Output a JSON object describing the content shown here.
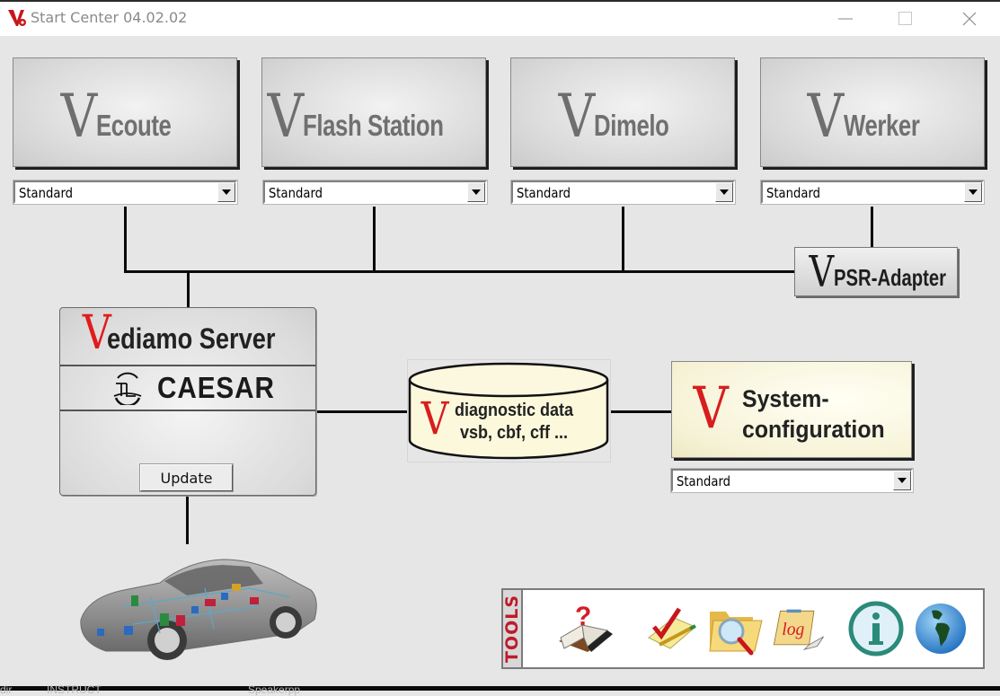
{
  "window": {
    "title": "Start Center 04.02.02",
    "controls": {
      "minimize": "minimize-icon",
      "maximize": "maximize-icon",
      "close": "close-icon"
    }
  },
  "applications": [
    {
      "logo": "V",
      "name": "Ecoute",
      "profile": "Standard"
    },
    {
      "logo": "V",
      "name": "Flash Station",
      "profile": "Standard"
    },
    {
      "logo": "V",
      "name": "Dimelo",
      "profile": "Standard"
    },
    {
      "logo": "V",
      "name": "Werker",
      "profile": "Standard"
    }
  ],
  "psr_adapter": {
    "logo": "V",
    "name": "PSR-Adapter"
  },
  "server": {
    "logo": "V",
    "title": "ediamo Server",
    "subtitle": "CAESAR",
    "update_label": "Update"
  },
  "diagnostic_data": {
    "logo": "V",
    "line1": "diagnostic data",
    "line2": "vsb, cbf, cff ..."
  },
  "system_configuration": {
    "logo": "V",
    "line1": "System-",
    "line2": "configuration",
    "profile": "Standard"
  },
  "tools": {
    "label": "TOOLS",
    "items": [
      {
        "name": "help",
        "icon": "help-book-icon"
      },
      {
        "name": "checklist",
        "icon": "checklist-icon"
      },
      {
        "name": "search-folder",
        "icon": "folder-search-icon"
      },
      {
        "name": "log",
        "icon": "log-folder-icon",
        "text": "log"
      },
      {
        "name": "info",
        "icon": "info-icon",
        "text": "i"
      },
      {
        "name": "internet",
        "icon": "globe-icon"
      }
    ]
  },
  "taskbar": {
    "items": [
      "dir",
      "INSTRUCT",
      "Speakerpp"
    ]
  },
  "colors": {
    "accent_red": "#d61e1e",
    "tools_red": "#c01a2a",
    "background": "#e6e6e6",
    "syscfg_bg": "#f6f2d6"
  }
}
